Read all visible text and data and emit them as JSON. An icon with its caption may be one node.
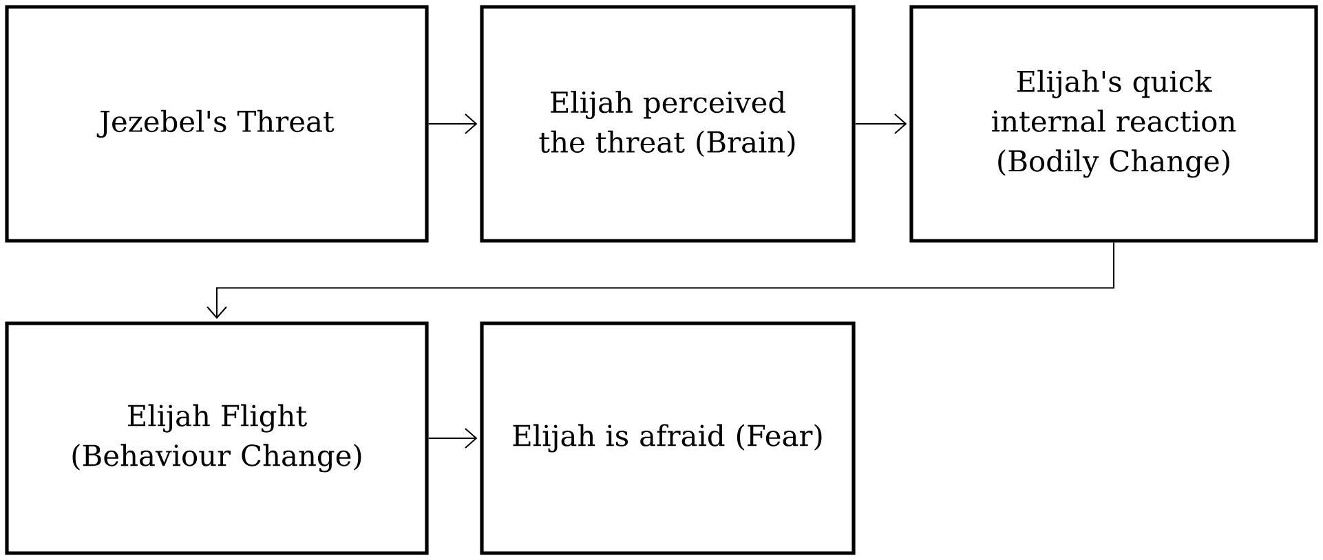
{
  "diagram": {
    "nodes": [
      {
        "text": [
          "Jezebel's Threat"
        ]
      },
      {
        "text": [
          "Elijah perceived the threat (Brain)"
        ]
      },
      {
        "text": [
          "Elijah's quick internal reaction (Bodily Change)"
        ]
      },
      {
        "text": [
          "Elijah Flight (Behaviour Change)"
        ]
      },
      {
        "text": [
          "Elijah is afraid (Fear)"
        ]
      }
    ],
    "edges": [
      {
        "from": 0,
        "to": 1,
        "arrow": "to"
      },
      {
        "from": 1,
        "to": 2,
        "arrow": "to"
      },
      {
        "from": 2,
        "to": 3,
        "arrow": "to"
      },
      {
        "from": 3,
        "to": 4,
        "arrow": "to"
      }
    ]
  }
}
